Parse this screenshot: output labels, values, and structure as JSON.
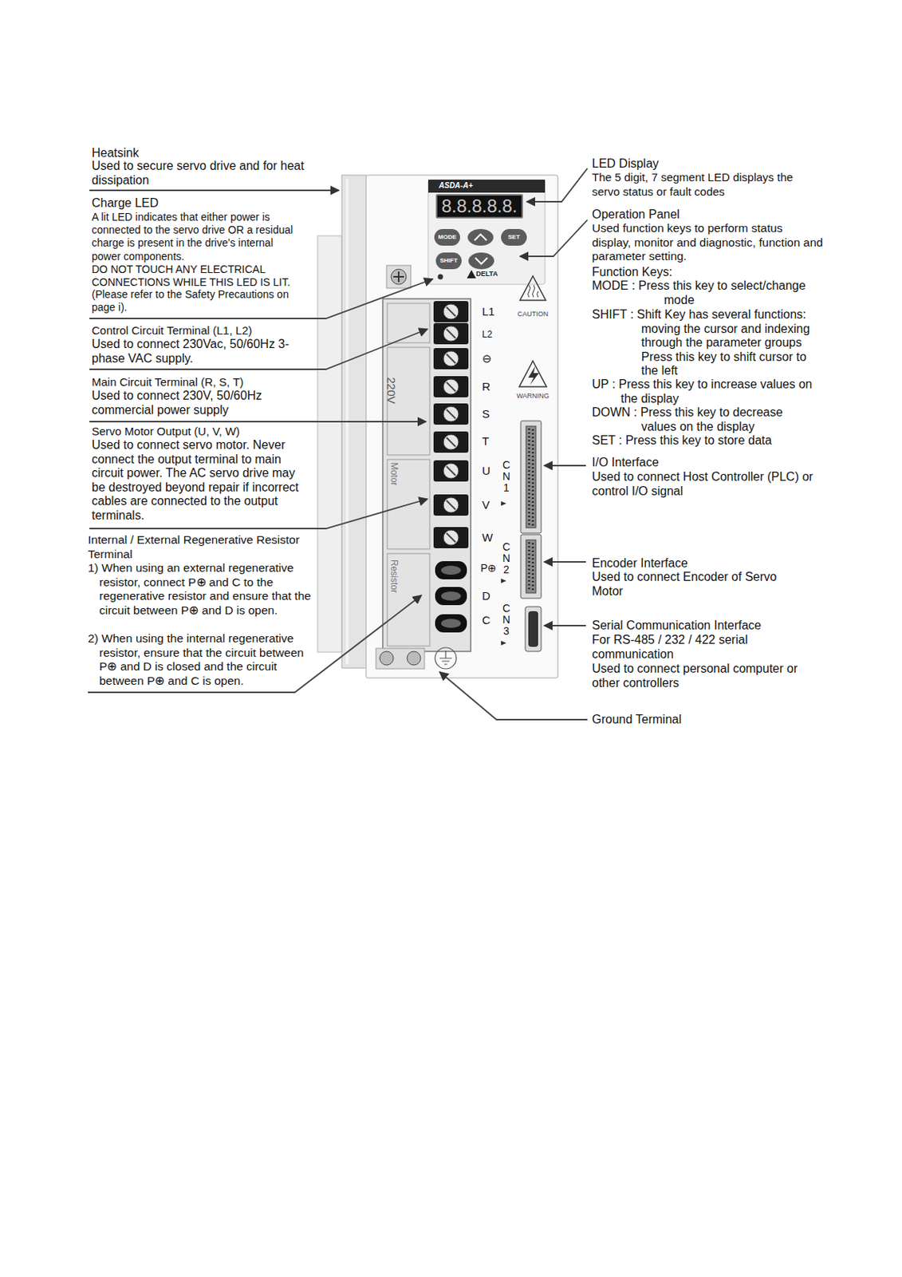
{
  "diagram": {
    "nodes": [
      {
        "text": [
          "8.8.8.8.8."
        ]
      },
      {
        "text": [
          "MODE"
        ]
      },
      {
        "text": [
          "SET"
        ]
      },
      {
        "text": [
          "SHIFT"
        ]
      }
    ],
    "labels": [
      "Heatsink",
      "Used to secure servo drive and for heat dissipation",
      "Charge LED",
      "A lit LED indicates that either power is connected to the servo drive OR a residual charge is present in the drive's internal power components.",
      "DO NOT TOUCH ANY ELECTRICAL CONNECTIONS WHILE THIS LED IS LIT.",
      "(Please refer to the Safety Precautions on page i).",
      "Control Circuit Terminal (L1, L2)",
      "Used to connect 230Vac, 50/60Hz 3-phase VAC supply.",
      "Main Circuit Terminal (R, S, T)",
      "Used to connect 230V, 50/60Hz commercial power supply",
      "Servo Motor Output (U, V, W)",
      "Used to connect servo motor. Never connect the output terminal to main circuit power. The AC servo drive may be destroyed beyond repair if incorrect cables are connected to the output terminals.",
      "Internal / External Regenerative Resistor Terminal",
      "1) When using an external regenerative resistor, connect P⊕ and C to the regenerative resistor and ensure that the circuit between P⊕ and D is open.",
      "2) When using the internal regenerative resistor, ensure that the circuit between P⊕ and D is closed and the circuit between P⊕ and C is open.",
      "LED Display",
      "The 5 digit, 7 segment LED displays the servo status or fault codes",
      "Operation Panel",
      "Used function keys to perform status display, monitor and diagnostic, function and parameter setting.",
      "Function Keys:",
      "MODE : Press this key to select/change mode",
      "SHIFT : Shift Key has several functions: moving the cursor and indexing through the parameter groups Press this key to shift cursor to the left",
      "UP : Press this key to increase values on the display",
      "DOWN : Press this key to decrease values on the display",
      "SET : Press this key to store data",
      "I/O Interface",
      "Used to connect Host Controller (PLC) or control I/O signal",
      "Encoder Interface",
      "Used to connect Encoder of Servo Motor",
      "Serial Communication Interface",
      "For RS-485 / 232 / 422 serial communication",
      "Used to connect personal computer or other controllers",
      "Ground Terminal",
      "ASDA-A+",
      "DELTA",
      "CAUTION",
      "WARNING",
      "220V",
      "Motor",
      "Resistor",
      "L1",
      "L2",
      "⊖",
      "R",
      "S",
      "T",
      "U",
      "V",
      "W",
      "P⊕",
      "D",
      "C",
      "CN1",
      "CN2",
      "CN3"
    ]
  }
}
